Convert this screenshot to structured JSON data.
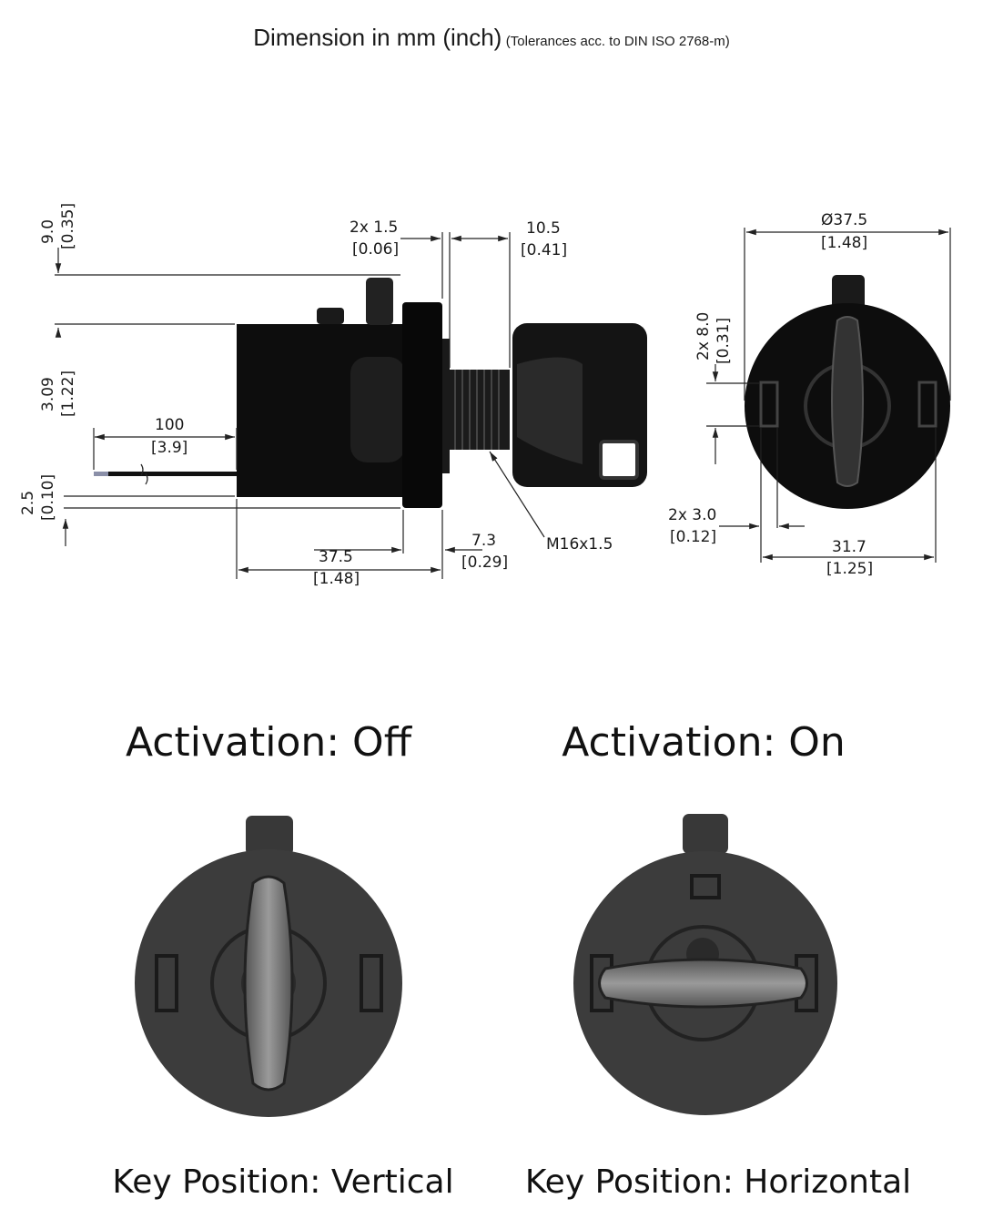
{
  "title": {
    "main": "Dimension in mm (inch)",
    "sub": "(Tolerances acc. to DIN ISO 2768-m)"
  },
  "side_view": {
    "dim_top_offset": {
      "mm": "9.0",
      "inch": "[0.35]"
    },
    "dim_slot_width": {
      "mm": "2x  1.5",
      "inch": "[0.06]"
    },
    "dim_thread_length": {
      "mm": "10.5",
      "inch": "[0.41]"
    },
    "dim_body_height": {
      "mm": "3.09",
      "inch": "[1.22]"
    },
    "dim_cable_length": {
      "mm": "100",
      "inch": "[3.9]"
    },
    "dim_bottom_offset": {
      "mm": "2.5",
      "inch": "[0.10]"
    },
    "dim_body_length": {
      "mm": "37.5",
      "inch": "[1.48]"
    },
    "dim_flange_thickness": {
      "mm": "7.3",
      "inch": "[0.29]"
    },
    "thread_label": "M16x1.5"
  },
  "front_view": {
    "dim_diameter": {
      "mm": "Ø37.5",
      "inch": "[1.48]"
    },
    "dim_slot_height": {
      "mm": "2x 8.0",
      "inch": "[0.31]"
    },
    "dim_slot_depth": {
      "mm": "2x  3.0",
      "inch": "[0.12]"
    },
    "dim_slot_spacing": {
      "mm": "31.7",
      "inch": "[1.25]"
    }
  },
  "activation_off": {
    "heading": "Activation: Off",
    "caption": "Key Position: Vertical"
  },
  "activation_on": {
    "heading": "Activation: On",
    "caption": "Key Position: Horizontal"
  },
  "colors": {
    "body_dark": "#0d0d0d",
    "face_gray": "#3c3c3c",
    "key_light": "#8a8a8a",
    "line": "#222222"
  }
}
